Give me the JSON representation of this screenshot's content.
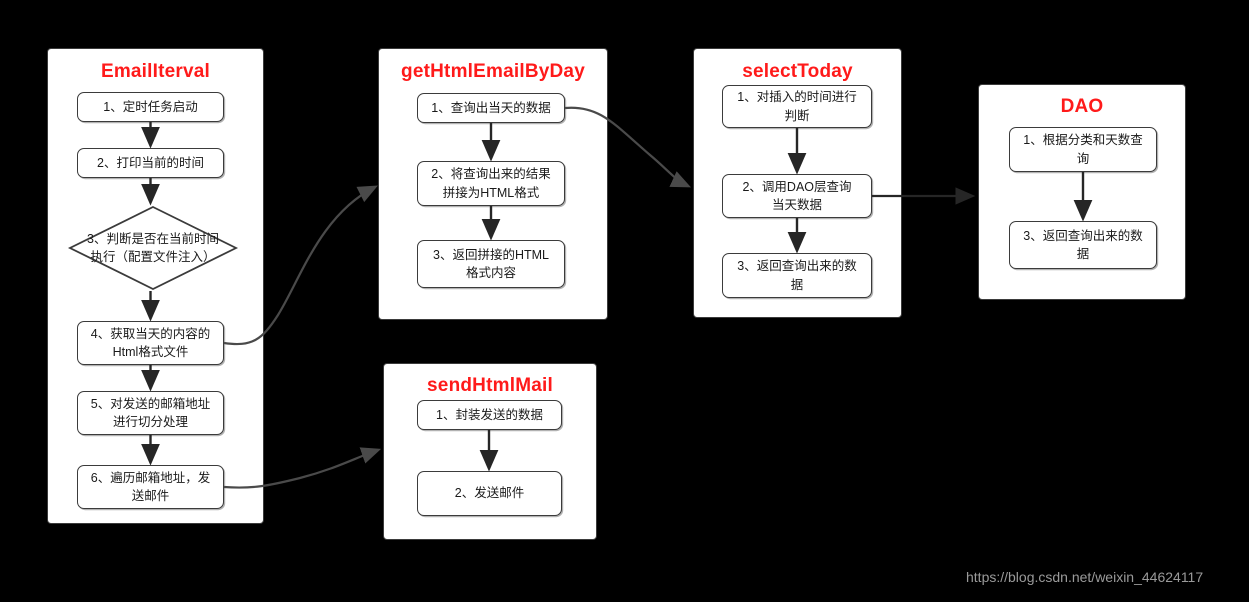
{
  "diagram": {
    "type": "flowchart",
    "background": "#000000",
    "panel_fill": "#ffffff",
    "title_color": "#ff1a1a",
    "stroke_color": "#3b3b3b",
    "panels": [
      {
        "id": "emailInterval",
        "title": "EmailIterval",
        "nodes": [
          {
            "id": "e1",
            "shape": "rounded-rect",
            "text": "1、定时任务启动"
          },
          {
            "id": "e2",
            "shape": "rounded-rect",
            "text": "2、打印当前的时间"
          },
          {
            "id": "e3",
            "shape": "diamond",
            "line1": "3、判断是否在当前时间",
            "line2": "执行（配置文件注入）"
          },
          {
            "id": "e4",
            "shape": "rounded-rect",
            "line1": "4、获取当天的内容的",
            "line2": "Html格式文件"
          },
          {
            "id": "e5",
            "shape": "rounded-rect",
            "line1": "5、对发送的邮箱地址",
            "line2": "进行切分处理"
          },
          {
            "id": "e6",
            "shape": "rounded-rect",
            "line1": "6、遍历邮箱地址，发",
            "line2": "送邮件"
          }
        ]
      },
      {
        "id": "getHtmlEmailByDay",
        "title": "getHtmlEmailByDay",
        "nodes": [
          {
            "id": "g1",
            "shape": "rounded-rect",
            "text": "1、查询出当天的数据"
          },
          {
            "id": "g2",
            "shape": "rounded-rect",
            "line1": "2、将查询出来的结果",
            "line2": "拼接为HTML格式"
          },
          {
            "id": "g3",
            "shape": "rounded-rect",
            "line1": "3、返回拼接的HTML",
            "line2": "格式内容"
          }
        ]
      },
      {
        "id": "selectToday",
        "title": "selectToday",
        "nodes": [
          {
            "id": "s1",
            "shape": "rounded-rect",
            "line1": "1、对插入的时间进行",
            "line2": "判断"
          },
          {
            "id": "s2",
            "shape": "rounded-rect",
            "line1": "2、调用DAO层查询",
            "line2": "当天数据"
          },
          {
            "id": "s3",
            "shape": "rounded-rect",
            "line1": "3、返回查询出来的数",
            "line2": "据"
          }
        ]
      },
      {
        "id": "dao",
        "title": "DAO",
        "nodes": [
          {
            "id": "d1",
            "shape": "rounded-rect",
            "line1": "1、根据分类和天数查",
            "line2": "询"
          },
          {
            "id": "d3",
            "shape": "rounded-rect",
            "line1": "3、返回查询出来的数",
            "line2": "据"
          }
        ]
      },
      {
        "id": "sendHtmlMail",
        "title": "sendHtmlMail",
        "nodes": [
          {
            "id": "m1",
            "shape": "rounded-rect",
            "text": "1、封装发送的数据"
          },
          {
            "id": "m2",
            "shape": "rounded-rect",
            "text": "2、发送邮件"
          }
        ]
      }
    ],
    "connections": [
      {
        "from": "e1",
        "to": "e2",
        "style": "straight-down-arrow"
      },
      {
        "from": "e2",
        "to": "e3",
        "style": "straight-down-arrow"
      },
      {
        "from": "e3",
        "to": "e4",
        "style": "straight-down-arrow"
      },
      {
        "from": "e4",
        "to": "e5",
        "style": "straight-down-arrow"
      },
      {
        "from": "e5",
        "to": "e6",
        "style": "straight-down-arrow"
      },
      {
        "from": "e4",
        "to": "getHtmlEmailByDay",
        "style": "curve-right-arrow"
      },
      {
        "from": "e6",
        "to": "sendHtmlMail",
        "style": "curve-right-arrow"
      },
      {
        "from": "g1",
        "to": "g2",
        "style": "straight-down-arrow"
      },
      {
        "from": "g2",
        "to": "g3",
        "style": "straight-down-arrow"
      },
      {
        "from": "g1",
        "to": "selectToday",
        "style": "curve-right-arrow"
      },
      {
        "from": "s1",
        "to": "s2",
        "style": "straight-down-arrow"
      },
      {
        "from": "s2",
        "to": "s3",
        "style": "straight-down-arrow"
      },
      {
        "from": "s2",
        "to": "dao",
        "style": "straight-right-arrow"
      },
      {
        "from": "d1",
        "to": "d3",
        "style": "straight-down-arrow"
      },
      {
        "from": "m1",
        "to": "m2",
        "style": "straight-down-arrow"
      }
    ]
  },
  "watermark": {
    "text": "https://blog.csdn.net/weixin_44624117",
    "color": "#9a9a9a"
  }
}
